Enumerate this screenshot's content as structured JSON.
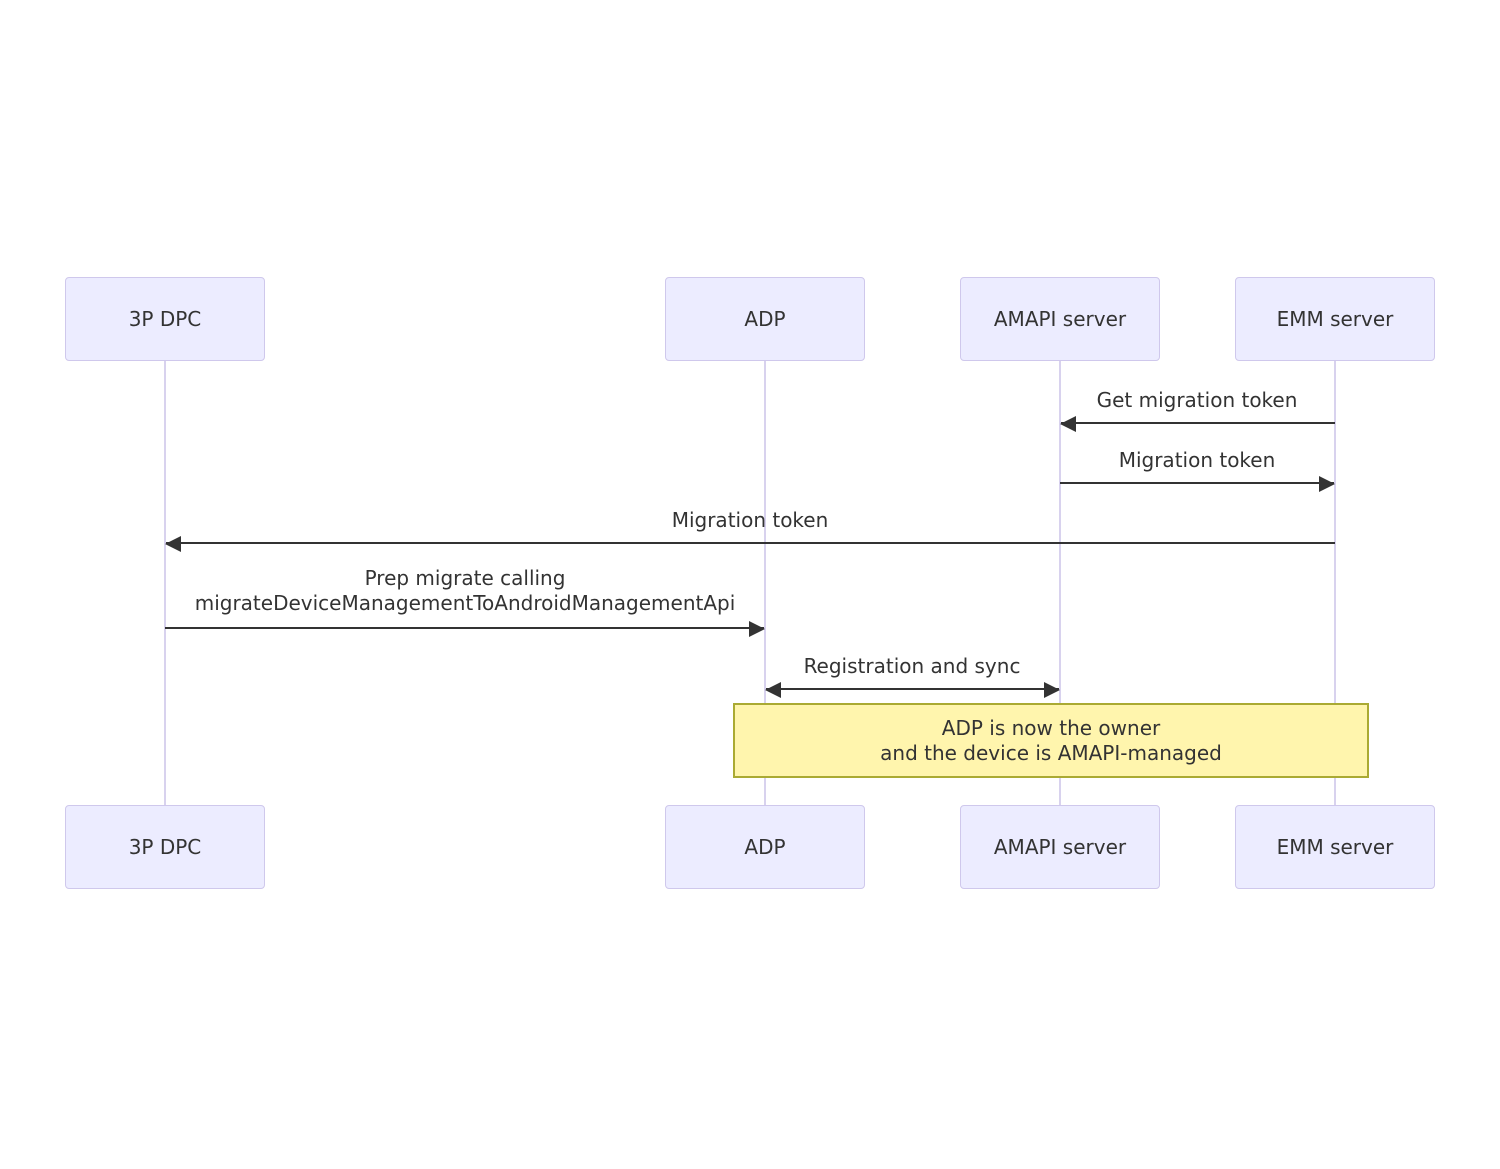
{
  "diagram": {
    "type": "sequence-diagram",
    "background_color": "#FFFFFF",
    "colors": {
      "actor_fill": "#ECECFF",
      "actor_border": "#CFC8EC",
      "lifeline": "#D8D2EE",
      "arrow": "#333333",
      "text": "#333333",
      "note_fill": "#FFF5AD",
      "note_border": "#AAAA33"
    },
    "actors": [
      {
        "id": "3p-dpc",
        "label": "3P DPC"
      },
      {
        "id": "adp",
        "label": "ADP"
      },
      {
        "id": "amapi-server",
        "label": "AMAPI server"
      },
      {
        "id": "emm-server",
        "label": "EMM server"
      }
    ],
    "messages": [
      {
        "label": "Get migration token",
        "from": "emm-server",
        "to": "amapi-server",
        "direction": "left",
        "line": "solid"
      },
      {
        "label": "Migration token",
        "from": "amapi-server",
        "to": "emm-server",
        "direction": "right",
        "line": "solid"
      },
      {
        "label": "Migration token",
        "from": "emm-server",
        "to": "3p-dpc",
        "direction": "left",
        "line": "solid"
      },
      {
        "label": "Prep migrate calling",
        "label2": "migrateDeviceManagementToAndroidManagementApi",
        "from": "3p-dpc",
        "to": "adp",
        "direction": "right",
        "line": "solid"
      },
      {
        "label": "Registration and sync",
        "from": "adp",
        "to": "amapi-server",
        "direction": "both",
        "line": "solid"
      }
    ],
    "note": {
      "line1": "ADP is now the owner",
      "line2": "and the device is AMAPI-managed",
      "spans_from": "adp",
      "spans_to": "emm-server"
    }
  }
}
